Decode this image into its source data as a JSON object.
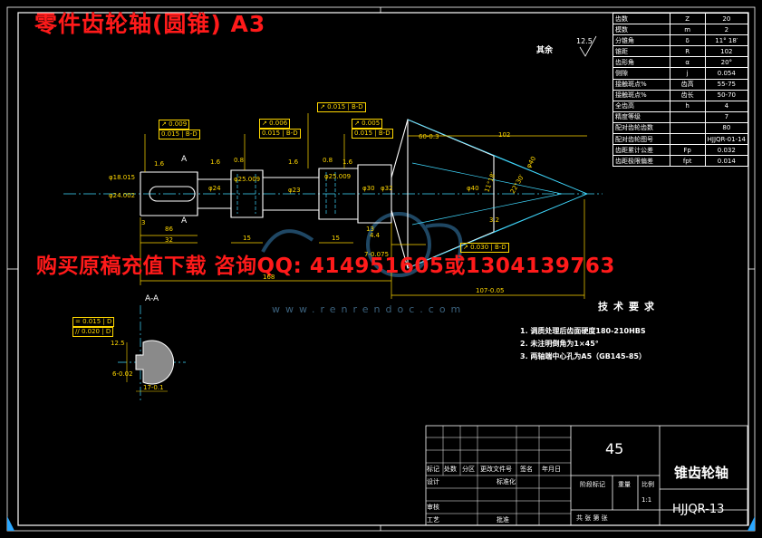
{
  "title": "零件齿轮轴(圆锥) A3",
  "watermark_contact": "购买原稿充值下载 咨询QQ: 414951605或1304139763",
  "watermark_url": "www.renrendoc.com",
  "surface_other": "其余",
  "surface_roughness": "12.5",
  "params": [
    {
      "name": "齿数",
      "sym": "Z",
      "val": "20"
    },
    {
      "name": "模数",
      "sym": "m",
      "val": "2"
    },
    {
      "name": "分锥角",
      "sym": "δ",
      "val": "11° 18′"
    },
    {
      "name": "锥距",
      "sym": "R",
      "val": "102"
    },
    {
      "name": "齿形角",
      "sym": "α",
      "val": "20°"
    },
    {
      "name": "侧隙",
      "sym": "j",
      "val": "0.054"
    },
    {
      "name": "接触斑点%",
      "sym": "齿高",
      "val": "55-75"
    },
    {
      "name": "接触斑点%",
      "sym": "齿长",
      "val": "50-70"
    },
    {
      "name": "全齿高",
      "sym": "h",
      "val": "4"
    },
    {
      "name": "精度等级",
      "sym": "",
      "val": "7"
    },
    {
      "name": "配对齿轮齿数",
      "sym": "",
      "val": "80"
    },
    {
      "name": "配对齿轮图号",
      "sym": "",
      "val": "HJJQR-01-14"
    },
    {
      "name": "齿距累计公差",
      "sym": "Fp",
      "val": "0.032"
    },
    {
      "name": "齿距极限偏差",
      "sym": "fpt",
      "val": "0.014"
    }
  ],
  "tech_title": "技术要求",
  "tech_req": [
    "1.   调质处理后齿面硬度180-210HBS",
    "2.   未注明倒角为1×45°",
    "3.   两轴端中心孔为A5（GB145-85）"
  ],
  "section_label": "A-A",
  "section_marks": [
    "A",
    "A"
  ],
  "gtol_boxes": [
    {
      "sym": "↗",
      "tol": "0.009",
      "tol2": "0.015",
      "datum": "B-D"
    },
    {
      "sym": "↗",
      "tol": "0.006",
      "tol2": "0.015",
      "datum": "B-D"
    },
    {
      "sym": "↗",
      "tol": "0.005",
      "tol2": "0.015",
      "datum": "B-D"
    },
    {
      "sym": "↗",
      "tol": "0.015",
      "datum": "B-D"
    },
    {
      "sym": "↗",
      "tol": "0.030",
      "datum": "B-D"
    }
  ],
  "section_tol": [
    {
      "sym": "=",
      "tol": "0.015",
      "datum": "D"
    },
    {
      "sym": "//",
      "tol": "0.020",
      "datum": "D"
    }
  ],
  "dims": {
    "d1": "φ18.015",
    "d2": "φ24.002",
    "len86": "86",
    "len32": "32",
    "d24": "φ24",
    "d25a": "φ25.009",
    "d23": "φ23",
    "d25b": "φ25.009",
    "d30": "φ30",
    "d32": "φ32",
    "d40": "φ40",
    "len15a": "15",
    "len15b": "15",
    "len3": "3",
    "len13": "13",
    "len168": "168",
    "len107": "107-0.05",
    "len102": "102",
    "ang": "60-0.3",
    "ang2": "7-0.075",
    "ang3": "4.4",
    "sec_a": "12.5",
    "sec_b": "17-0.1",
    "sec_c": "6-0.02",
    "rough1": "1.6",
    "rough2": "1.6",
    "rough3": "0.8",
    "rough4": "1.6",
    "rough5": "0.8",
    "rough6": "1.6",
    "rough7": "3.2",
    "cone1": "φ40",
    "cone2": "22°30′",
    "cone3": "11°18′"
  },
  "title_block": {
    "material": "45",
    "part_name": "锥齿轮轴",
    "drawing_no": "HJJQR-13",
    "row_labels": [
      "标记",
      "处数",
      "分区",
      "更改文件号",
      "签名",
      "年月日"
    ],
    "design": "设计",
    "standardization": "标准化",
    "review": "审核",
    "process": "工艺",
    "approve": "批准",
    "stage_mark": "阶段标记",
    "weight": "重量",
    "scale": "比例",
    "scale_val": "1:1",
    "sheets": "共   张   第   张"
  }
}
